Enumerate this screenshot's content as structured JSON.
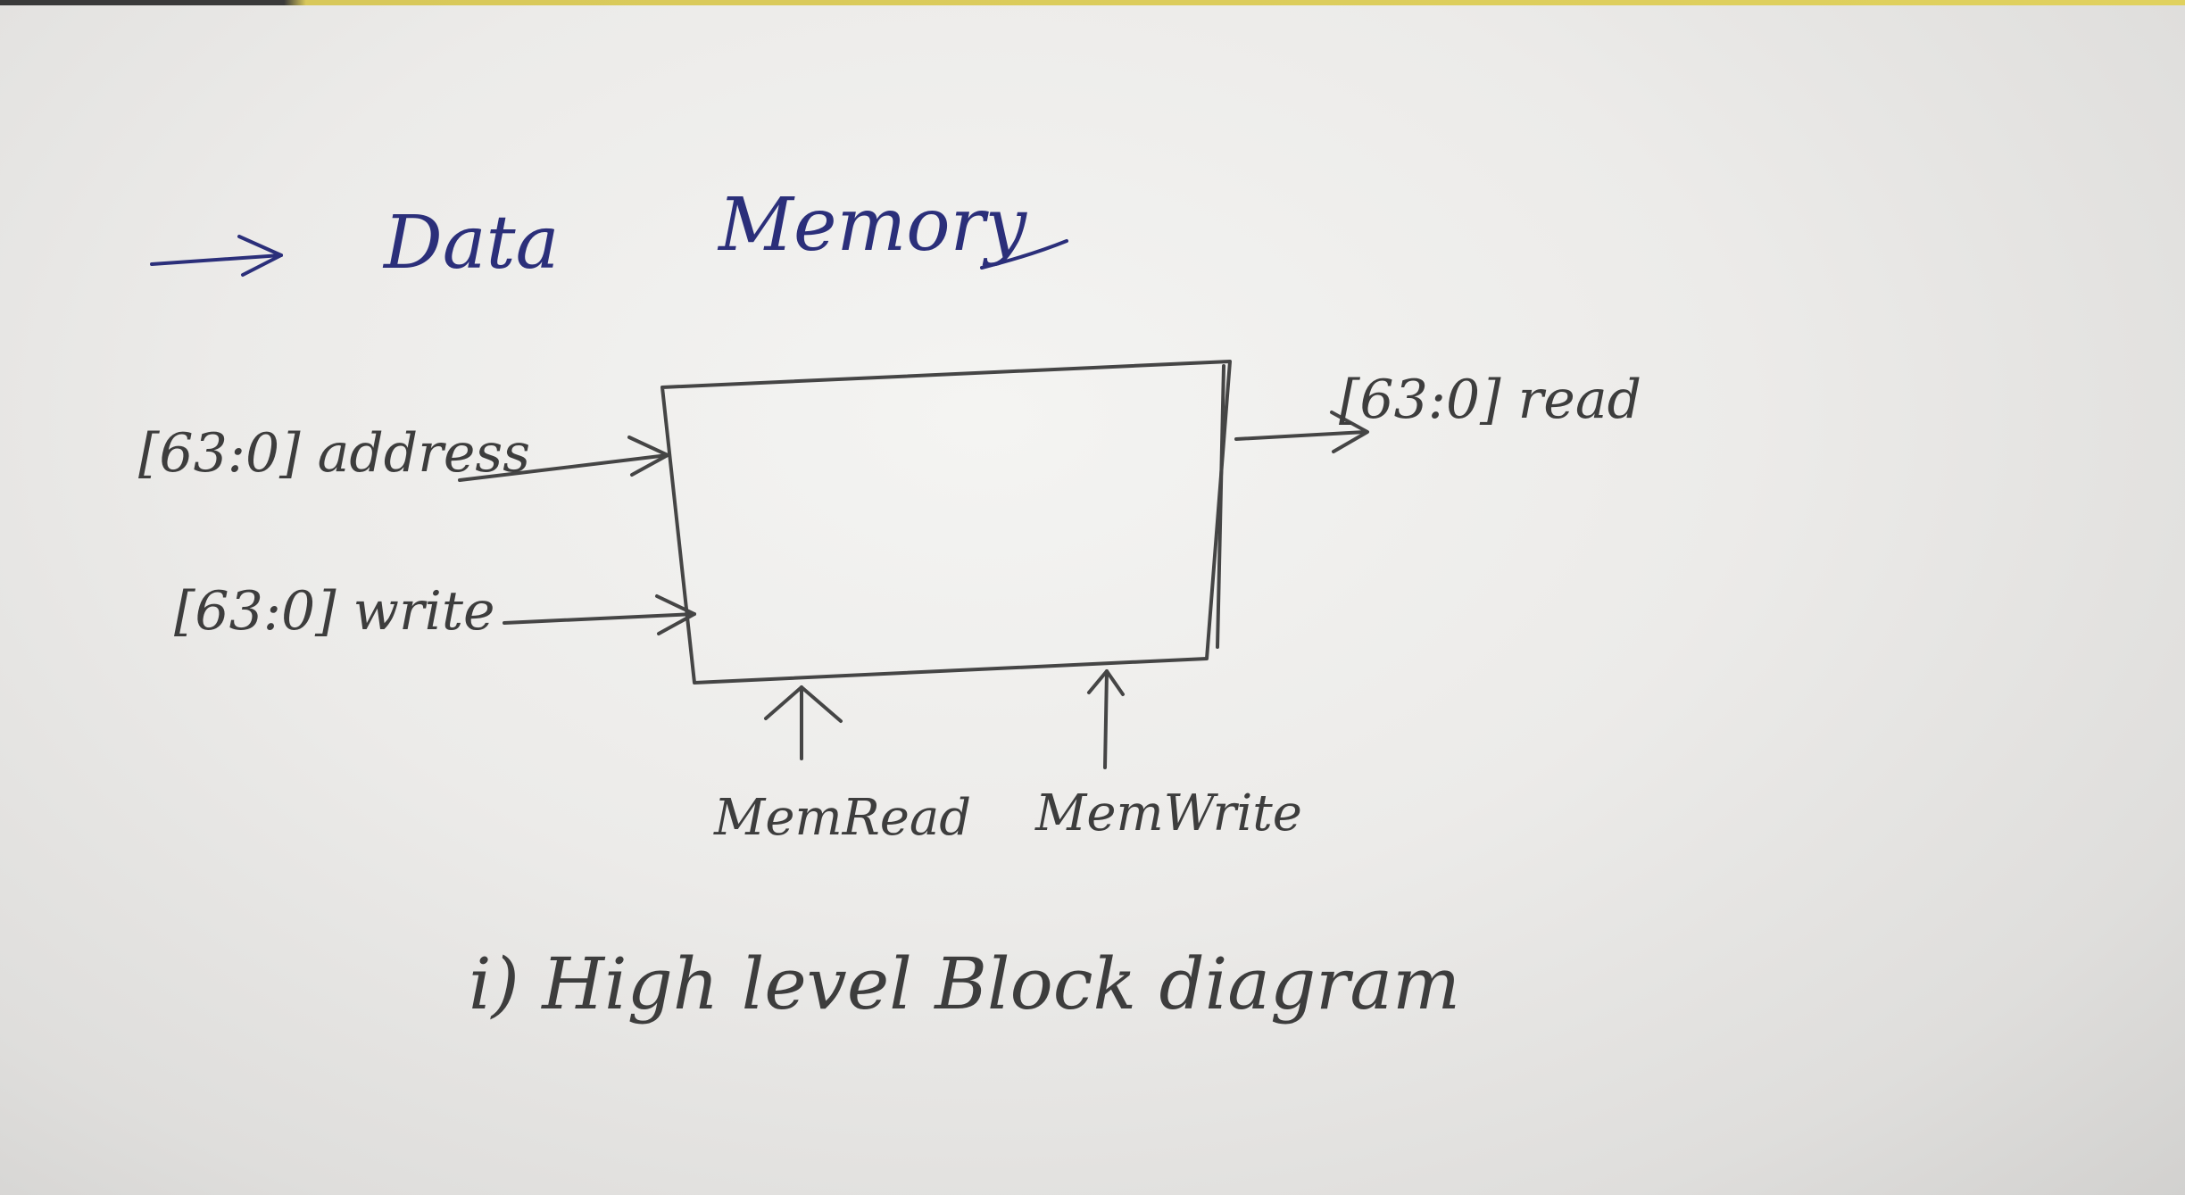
{
  "diagram": {
    "title_word_1": "Data",
    "title_word_2": "Memory",
    "inputs": {
      "address": "[63:0] address",
      "write": "[63:0] write"
    },
    "output": {
      "read": "[63:0] read"
    },
    "controls": {
      "mem_read": "MemRead",
      "mem_write": "MemWrite"
    },
    "caption": "i) High level Block diagram"
  },
  "colors": {
    "pencil": "#454545",
    "blue_ink": "#2b2f7a",
    "paper": "#eeeeec"
  }
}
